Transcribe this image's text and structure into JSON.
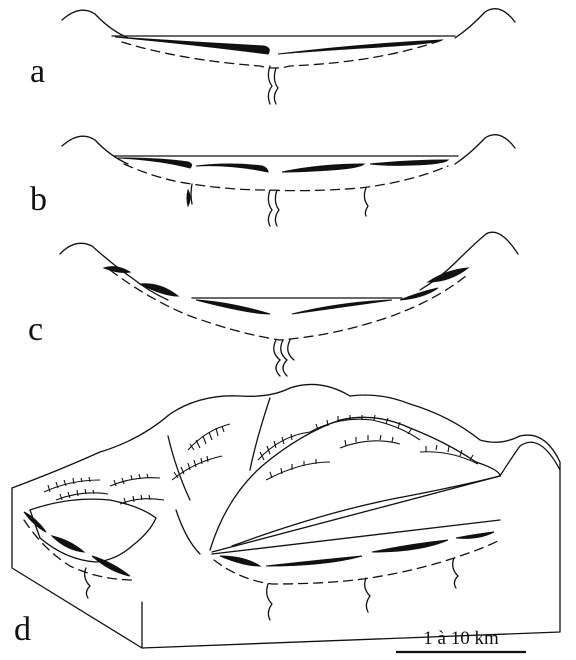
{
  "panels": {
    "a": "a",
    "b": "b",
    "c": "c",
    "d": "d"
  },
  "scale_bar": {
    "label": "1 à 10 km"
  }
}
